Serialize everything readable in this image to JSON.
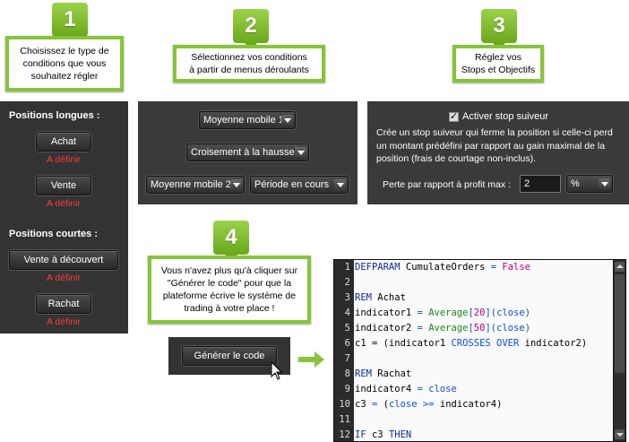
{
  "steps": {
    "s1": {
      "num": "1",
      "text": "Choisissez le type de conditions que vous souhaitez régler"
    },
    "s2": {
      "num": "2",
      "line1": "Sélectionnez vos conditions",
      "line2": "à partir de menus déroulants"
    },
    "s3": {
      "num": "3",
      "line1": "Réglez vos",
      "line2": "Stops et Objectifs"
    },
    "s4": {
      "num": "4",
      "text": "Vous n'avez plus qu'à cliquer sur \"Générer le code\" pour que la plateforme écrive le système de trading à votre place !"
    }
  },
  "left_panel": {
    "long_title": "Positions longues :",
    "achat": "Achat",
    "achat_status": "A définir",
    "vente": "Vente",
    "vente_status": "A définir",
    "short_title": "Positions courtes :",
    "vente_decouvert": "Vente à découvert",
    "vente_decouvert_status": "A définir",
    "rachat": "Rachat",
    "rachat_status": "A définir"
  },
  "conditions_panel": {
    "dd1": "Moyenne mobile 1",
    "dd2": "Croisement à la hausse",
    "dd3": "Moyenne mobile 2",
    "dd4": "Période en cours"
  },
  "stops_panel": {
    "checkbox_label": "Activer stop suiveur",
    "description": "Crée un stop suiveur qui ferme la position si celle-ci perd un montant prédéfini par rapport au gain maximal de la position (frais de courtage non-inclus).",
    "loss_label": "Perte par rapport à profit max :",
    "loss_value": "2",
    "unit": "%"
  },
  "generate_button": "Générer le code",
  "code": {
    "line_numbers": [
      "1",
      "2",
      "3",
      "4",
      "5",
      "6",
      "7",
      "8",
      "9",
      "10",
      "11",
      "12"
    ]
  },
  "colors": {
    "accent_green": "#88c43a",
    "panel_bg": "#3a3a3a",
    "warning_red": "#ff3a3a"
  }
}
